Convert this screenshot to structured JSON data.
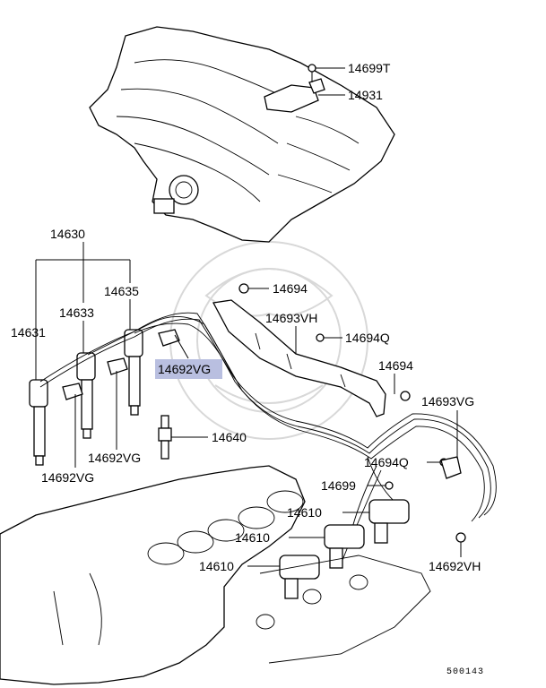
{
  "diagram": {
    "labels": {
      "p14699T": "14699T",
      "p14931": "14931",
      "p14630": "14630",
      "p14635": "14635",
      "p14633": "14633",
      "p14631": "14631",
      "p14694_top": "14694",
      "p14693VH": "14693VH",
      "p14694Q_top": "14694Q",
      "p14692VG_hl": "14692VG",
      "p14694_right": "14694",
      "p14693VG": "14693VG",
      "p14640": "14640",
      "p14692VG_mid": "14692VG",
      "p14692VG_left": "14692VG",
      "p14694Q_right": "14694Q",
      "p14699": "14699",
      "p14610_a": "14610",
      "p14610_b": "14610",
      "p14610_c": "14610",
      "p14692VH": "14692VH"
    },
    "code": "500143",
    "highlight_color": "#b9bfe0"
  }
}
